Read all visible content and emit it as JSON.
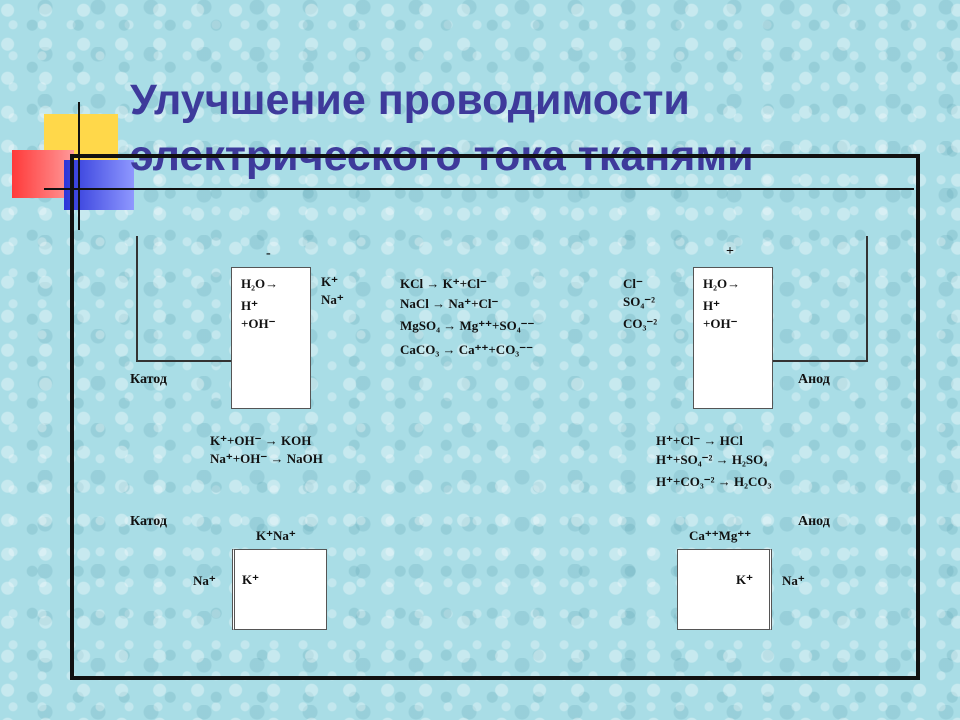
{
  "slide": {
    "title_line1": "Улучшение проводимости",
    "title_line2": "электрического тока тканями"
  },
  "top_diagram": {
    "minus": "-",
    "plus": "+",
    "cathode_label": "Катод",
    "anode_label": "Анод",
    "cathode_cell": [
      "H₂O→",
      "H⁺",
      "+OH⁻"
    ],
    "cathode_ions": [
      "K⁺",
      "Na⁺"
    ],
    "anode_cell": [
      "H₂O→",
      "H⁺",
      "+OH⁻"
    ],
    "anode_ions": [
      "Cl⁻",
      "SO₄⁻²",
      "CO₃⁻²"
    ],
    "reactions": [
      "KCl → K⁺+Cl⁻",
      "NaCl → Na⁺+Cl⁻",
      "MgSO₄ → Mg⁺⁺+SO₄⁻⁻",
      "CaCO₃ → Ca⁺⁺+CO₃⁻⁻"
    ],
    "cathode_products": [
      "K⁺+OH⁻ → KOH",
      "Na⁺+OH⁻ → NaOH"
    ],
    "anode_products": [
      "H⁺+Cl⁻ → HCl",
      "H⁺+SO₄⁻² → H₂SO₄",
      "H⁺+CO₃⁻² → H₂CO₃"
    ]
  },
  "bottom_diagram": {
    "cathode_label": "Катод",
    "anode_label": "Анод",
    "left_top_ions": "K⁺Na⁺",
    "left_outer_ion": "Na⁺",
    "left_inner_ion": "K⁺",
    "right_top_ions": "Ca⁺⁺Mg⁺⁺",
    "right_inner_ion": "K⁺",
    "right_outer_ion": "Na⁺"
  }
}
